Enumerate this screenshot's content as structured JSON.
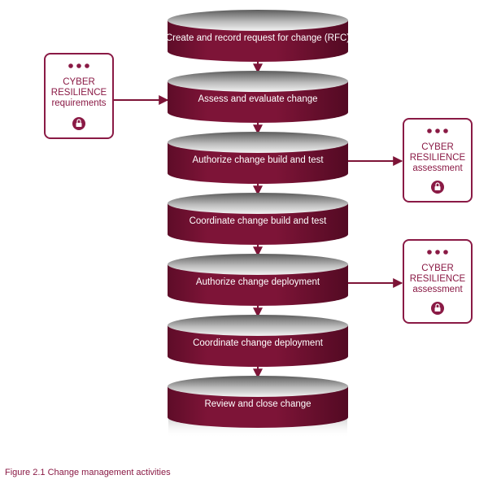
{
  "colors": {
    "accent": "#7d1437",
    "accent_dark": "#5e0c28",
    "card_border": "#8a1a45"
  },
  "stages": [
    {
      "label": "Create and record request for change (RFC)"
    },
    {
      "label": "Assess and evaluate change"
    },
    {
      "label": "Authorize change build and test"
    },
    {
      "label": "Coordinate change build and test"
    },
    {
      "label": "Authorize change deployment"
    },
    {
      "label": "Coordinate change deployment"
    },
    {
      "label": "Review and close change"
    }
  ],
  "cards": [
    {
      "lines": [
        "CYBER",
        "RESILIENCE",
        "requirements"
      ],
      "icon": "lock-icon",
      "connects_to_stage": 1,
      "direction": "into-stage"
    },
    {
      "lines": [
        "CYBER",
        "RESILIENCE",
        "assessment"
      ],
      "icon": "lock-icon",
      "connects_to_stage": 2,
      "direction": "from-stage"
    },
    {
      "lines": [
        "CYBER",
        "RESILIENCE",
        "assessment"
      ],
      "icon": "lock-icon",
      "connects_to_stage": 4,
      "direction": "from-stage"
    }
  ],
  "caption": "Figure 2.1 Change management activities"
}
